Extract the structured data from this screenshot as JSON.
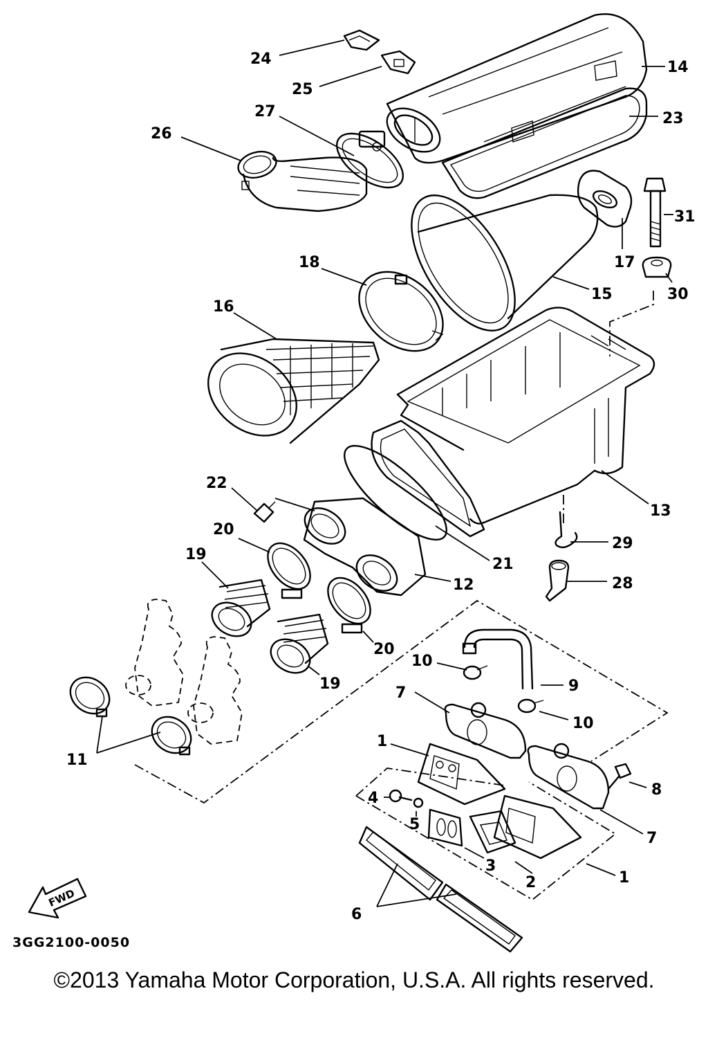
{
  "diagram": {
    "callouts": {
      "c1a": "1",
      "c1b": "1",
      "c2": "2",
      "c3": "3",
      "c4": "4",
      "c5": "5",
      "c6": "6",
      "c7a": "7",
      "c7b": "7",
      "c8": "8",
      "c9": "9",
      "c10a": "10",
      "c10b": "10",
      "c11": "11",
      "c12": "12",
      "c13": "13",
      "c14": "14",
      "c15": "15",
      "c16": "16",
      "c17": "17",
      "c18": "18",
      "c19a": "19",
      "c19b": "19",
      "c20a": "20",
      "c20b": "20",
      "c21": "21",
      "c22": "22",
      "c23": "23",
      "c24": "24",
      "c25": "25",
      "c26": "26",
      "c27": "27",
      "c28": "28",
      "c29": "29",
      "c30": "30",
      "c31": "31"
    },
    "direction_label": "FWD",
    "diagram_code": "3GG2100-0050"
  },
  "footer": {
    "copyright": "©2013 Yamaha Motor Corporation, U.S.A. All rights reserved."
  }
}
